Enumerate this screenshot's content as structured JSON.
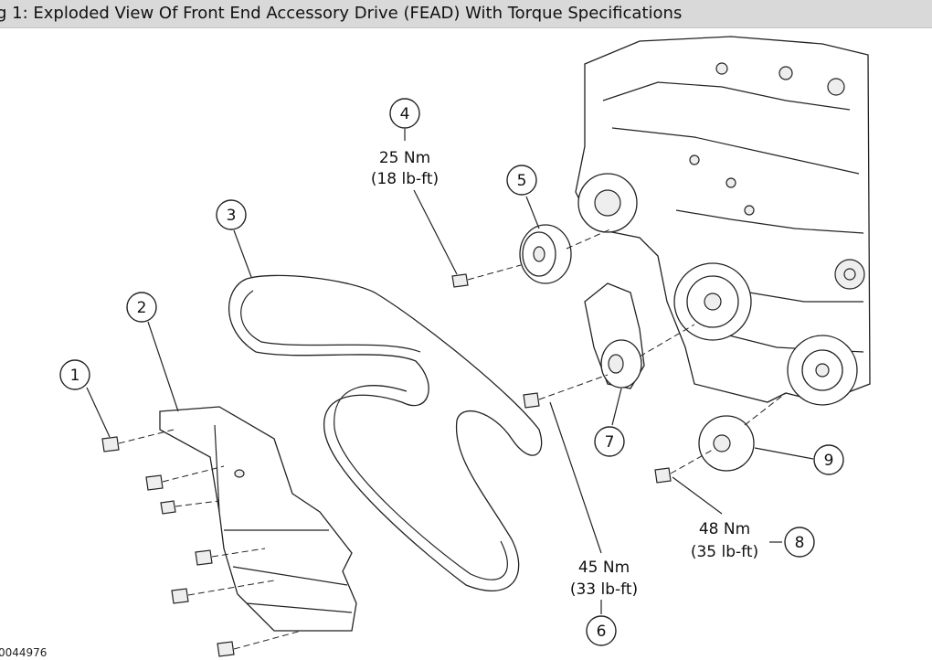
{
  "title": "g 1: Exploded View Of Front End Accessory Drive (FEAD) With Torque Specifications",
  "figure_id": "0044976",
  "callouts": [
    {
      "num": "1"
    },
    {
      "num": "2"
    },
    {
      "num": "3"
    },
    {
      "num": "4"
    },
    {
      "num": "5"
    },
    {
      "num": "6"
    },
    {
      "num": "7"
    },
    {
      "num": "8"
    },
    {
      "num": "9"
    }
  ],
  "torques": {
    "t4": {
      "nm": "25 Nm",
      "lbft": "(18 lb-ft)"
    },
    "t6": {
      "nm": "45 Nm",
      "lbft": "(33 lb-ft)"
    },
    "t8": {
      "nm": "48 Nm",
      "lbft": "(35 lb-ft)"
    }
  }
}
